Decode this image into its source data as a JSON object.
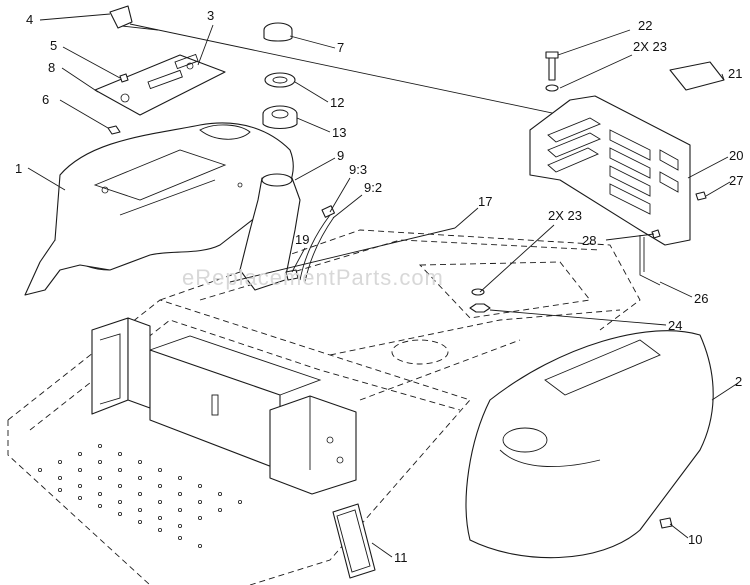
{
  "watermark": "eReplacementParts.com",
  "callouts": {
    "c1": "1",
    "c2": "2",
    "c3": "3",
    "c4": "4",
    "c5": "5",
    "c6": "6",
    "c7": "7",
    "c8": "8",
    "c9": "9",
    "c9_3": "9:3",
    "c9_2": "9:2",
    "c10": "10",
    "c11": "11",
    "c12": "12",
    "c13": "13",
    "c17": "17",
    "c19": "19",
    "c20": "20",
    "c21": "21",
    "c22": "22",
    "c23a": "2X  23",
    "c23b": "2X  23",
    "c24": "24",
    "c26": "26",
    "c27": "27",
    "c28": "28"
  }
}
